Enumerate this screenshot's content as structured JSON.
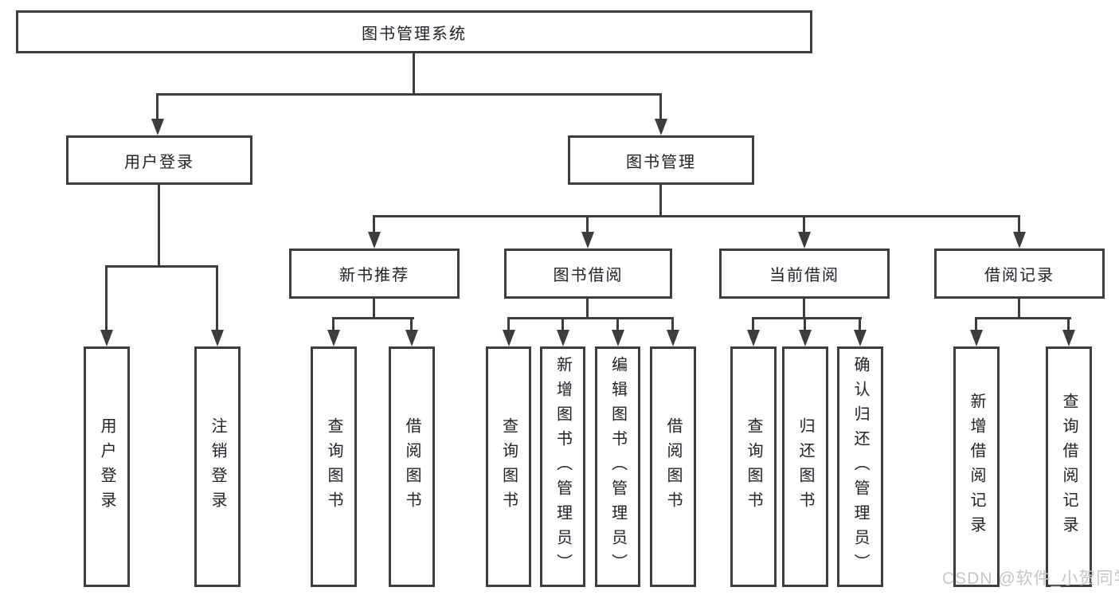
{
  "root": {
    "label": "图书管理系统"
  },
  "user_login": {
    "label": "用户登录",
    "children": [
      {
        "label": "用户登录"
      },
      {
        "label": "注销登录"
      }
    ]
  },
  "book_mgmt": {
    "label": "图书管理"
  },
  "new_books": {
    "label": "新书推荐",
    "children": [
      {
        "label": "查询图书"
      },
      {
        "label": "借阅图书"
      }
    ]
  },
  "borrow": {
    "label": "图书借阅",
    "children": [
      {
        "label": "查询图书"
      },
      {
        "label": "新增图书（管理员）"
      },
      {
        "label": "编辑图书（管理员）"
      },
      {
        "label": "借阅图书"
      }
    ]
  },
  "current": {
    "label": "当前借阅",
    "children": [
      {
        "label": "查询图书"
      },
      {
        "label": "归还图书"
      },
      {
        "label": "确认归还（管理员）"
      }
    ]
  },
  "records": {
    "label": "借阅记录",
    "children": [
      {
        "label": "新增借阅记录"
      },
      {
        "label": "查询借阅记录"
      }
    ]
  },
  "watermark": "CSDN @软件_小贺同学",
  "colors": {
    "line": "#3d3d3d",
    "text": "#262626",
    "box_fill": "#ffffff",
    "background": "#ffffff",
    "watermark": "#c6c6c6"
  }
}
